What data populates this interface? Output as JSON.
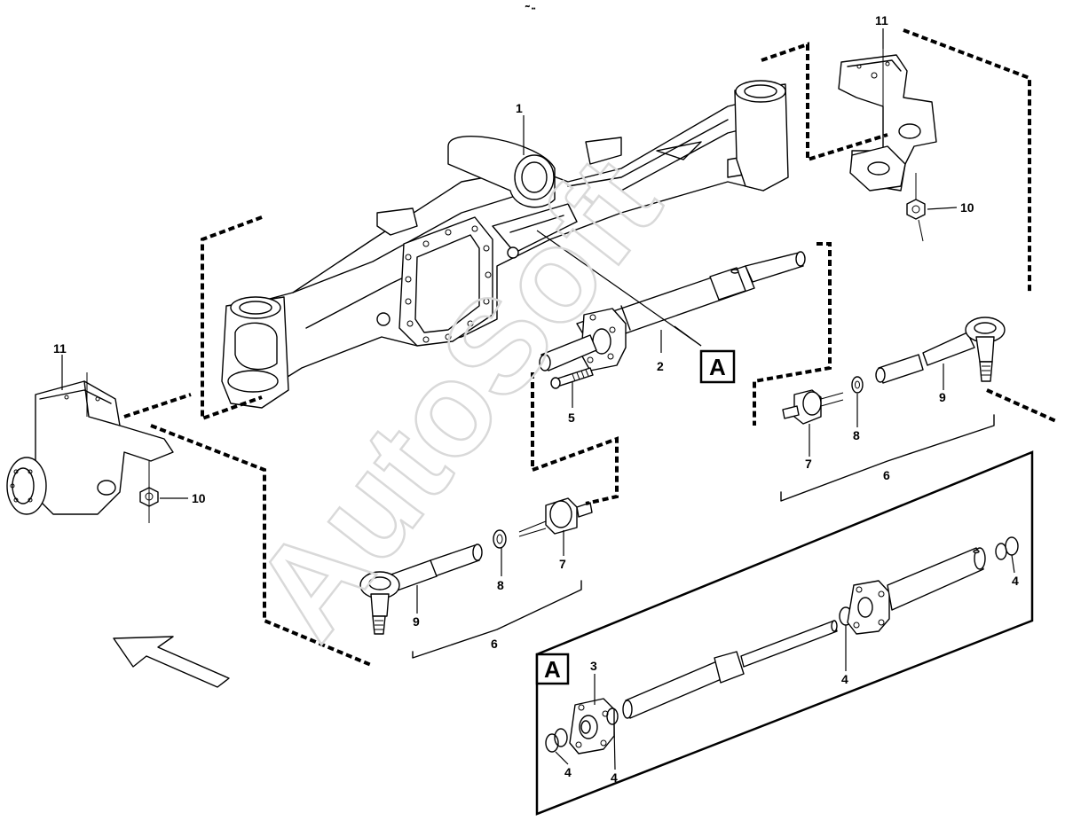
{
  "watermark": "AutoSoft",
  "detail_letter": "A",
  "callouts": {
    "c1": "1",
    "c2": "2",
    "c3": "3",
    "c4": "4",
    "c5": "5",
    "c6": "6",
    "c7": "7",
    "c8": "8",
    "c9": "9",
    "c10": "10",
    "c11": "11"
  }
}
